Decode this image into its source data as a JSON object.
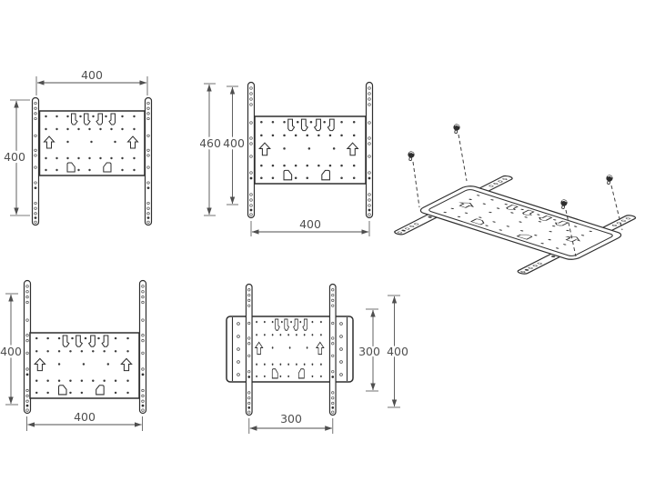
{
  "canvas": {
    "background": "#ffffff",
    "part_line_color": "#2f2f2f",
    "dimension_color": "#4f4f4f"
  },
  "figures": {
    "top_left": {
      "dims": {
        "top_width": "400",
        "left_height": "400"
      }
    },
    "top_center": {
      "dims": {
        "left_outer_height": "460",
        "left_inner_height": "400",
        "bottom_width": "400"
      }
    },
    "bottom_left": {
      "dims": {
        "left_height": "400",
        "bottom_width": "400"
      }
    },
    "bottom_center": {
      "dims": {
        "right_inner_height": "300",
        "right_outer_height": "400",
        "bottom_width": "300"
      }
    }
  }
}
